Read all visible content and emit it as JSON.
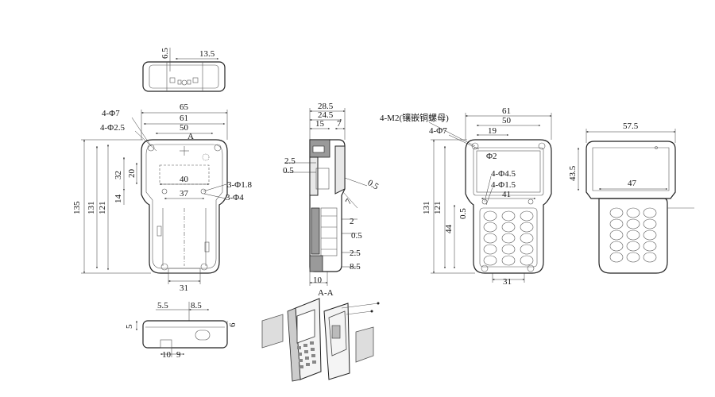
{
  "top_view": {
    "d1": "6.5",
    "d2": "13.5"
  },
  "front_view": {
    "hole1": "4-Φ7",
    "hole2": "4-Φ2.5",
    "w65": "65",
    "w61": "61",
    "w50": "50",
    "section_mark": "A",
    "h135": "135",
    "h121": "121",
    "h131": "131",
    "d32": "32",
    "d20": "20",
    "d14": "14",
    "d40": "40",
    "d37": "37",
    "screw1": "3-Φ1.8",
    "screw2": "3-Φ4",
    "w31": "31"
  },
  "section_view": {
    "w28": "28.5",
    "w24": "24.5",
    "w15": "15",
    "w7": "7",
    "d25a": "2.5",
    "d05a": "0.5",
    "d05b": "0.5",
    "d7": "7",
    "d2": "2",
    "d05c": "0.5",
    "d25b": "2.5",
    "d85": "8.5",
    "w10": "10",
    "label": "A-A"
  },
  "bottom_view": {
    "w55": "5.5",
    "w85": "8.5",
    "h5": "5",
    "h6": "6",
    "w10": "10",
    "w9": "9"
  },
  "back_view": {
    "nut": "4-M2(镶嵌铜螺母)",
    "hole": "4-Φ7",
    "w61": "61",
    "w50": "50",
    "w19": "19",
    "phi2": "Φ2",
    "h131": "131",
    "h121": "121",
    "h44": "44",
    "h05": "0.5",
    "h45": "4-Φ4.5",
    "h15": "4-Φ1.5",
    "w41": "41",
    "w31": "31"
  },
  "side_view": {
    "w575": "57.5",
    "h435": "43.5",
    "w47": "47"
  }
}
